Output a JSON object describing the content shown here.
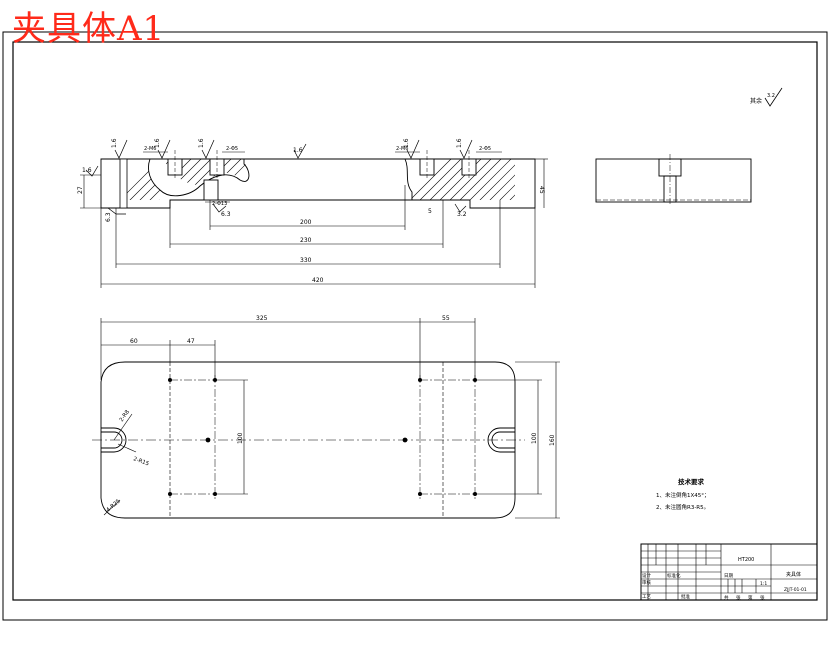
{
  "title": "夹具体A1",
  "surface_finish_general": {
    "value": "3.2",
    "suffix": "其余"
  },
  "front_view": {
    "finish_marks": [
      "1.6",
      "1.6",
      "1.6",
      "1.6",
      "1.6",
      "1.6",
      "6.3",
      "1.6",
      "6.3",
      "3.2"
    ],
    "thread_callouts": [
      "2-M6",
      "2-Φ5",
      "2-M6",
      "2-Φ5",
      "2-Φ13"
    ],
    "dims": {
      "d200": "200",
      "d230": "230",
      "d330": "330",
      "d420": "420",
      "d27": "27",
      "d45": "45",
      "d5": "5"
    }
  },
  "top_view": {
    "dims": {
      "d325": "325",
      "d55": "55",
      "d60": "60",
      "d47": "47",
      "d100a": "100",
      "d100b": "100",
      "d160": "160",
      "r80": "2-R8",
      "r15": "2-R15",
      "r25": "4-R25"
    }
  },
  "tech_requirements": {
    "heading": "技术要求",
    "items": [
      "1、未注倒角1X45°；",
      "2、未注圆角R3-R5。"
    ]
  },
  "title_block": {
    "material": "HT200",
    "part_name": "夹具体",
    "scale": "1:1",
    "drawing_no": "ZJJT-01-01",
    "design_label": "设计",
    "review_label": "审核",
    "process_label": "工艺",
    "standard_label": "标准化",
    "approve_label": "批准",
    "date_label": "日期",
    "sheet_labels": [
      "共",
      "张",
      "第",
      "张"
    ]
  }
}
